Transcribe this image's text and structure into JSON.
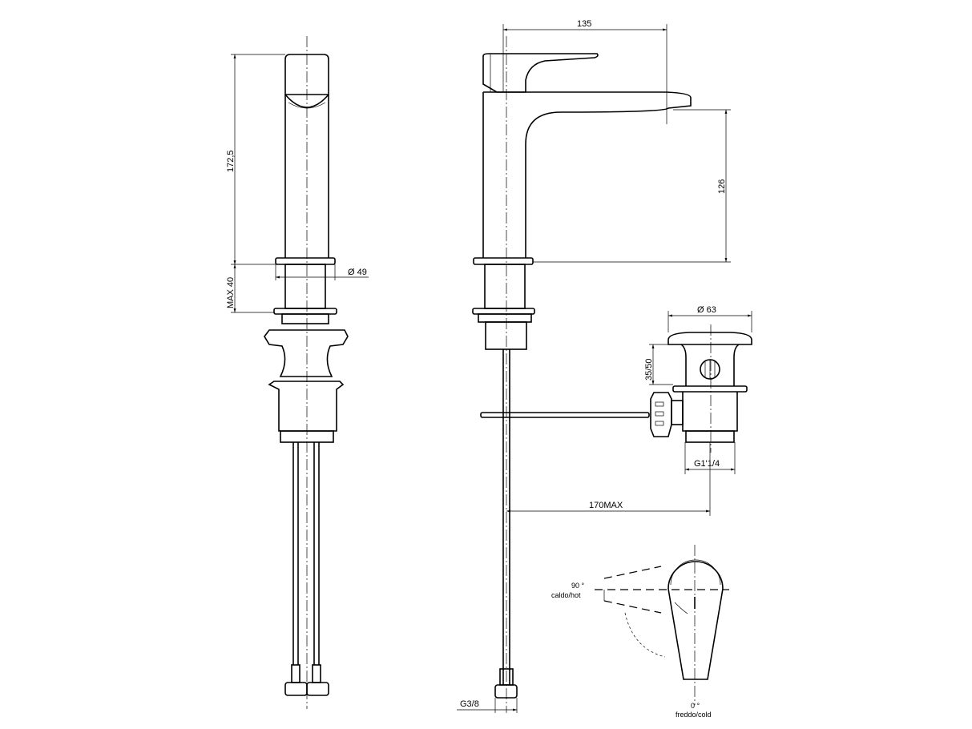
{
  "dimensions": {
    "spout_reach": "135",
    "total_height": "172,5",
    "max_deck_thickness": "MAX 40",
    "body_diameter": "Ø 49",
    "spout_height": "126",
    "waste_diameter": "Ø 63",
    "waste_height": "35/50",
    "waste_thread": "G1'1/4",
    "rod_length": "170MAX",
    "hose_thread": "G3/8"
  },
  "handle_rotation": {
    "hot_angle": "90 °",
    "hot_label": "caldo/hot",
    "cold_angle": "0 °",
    "cold_label": "freddo/cold"
  }
}
